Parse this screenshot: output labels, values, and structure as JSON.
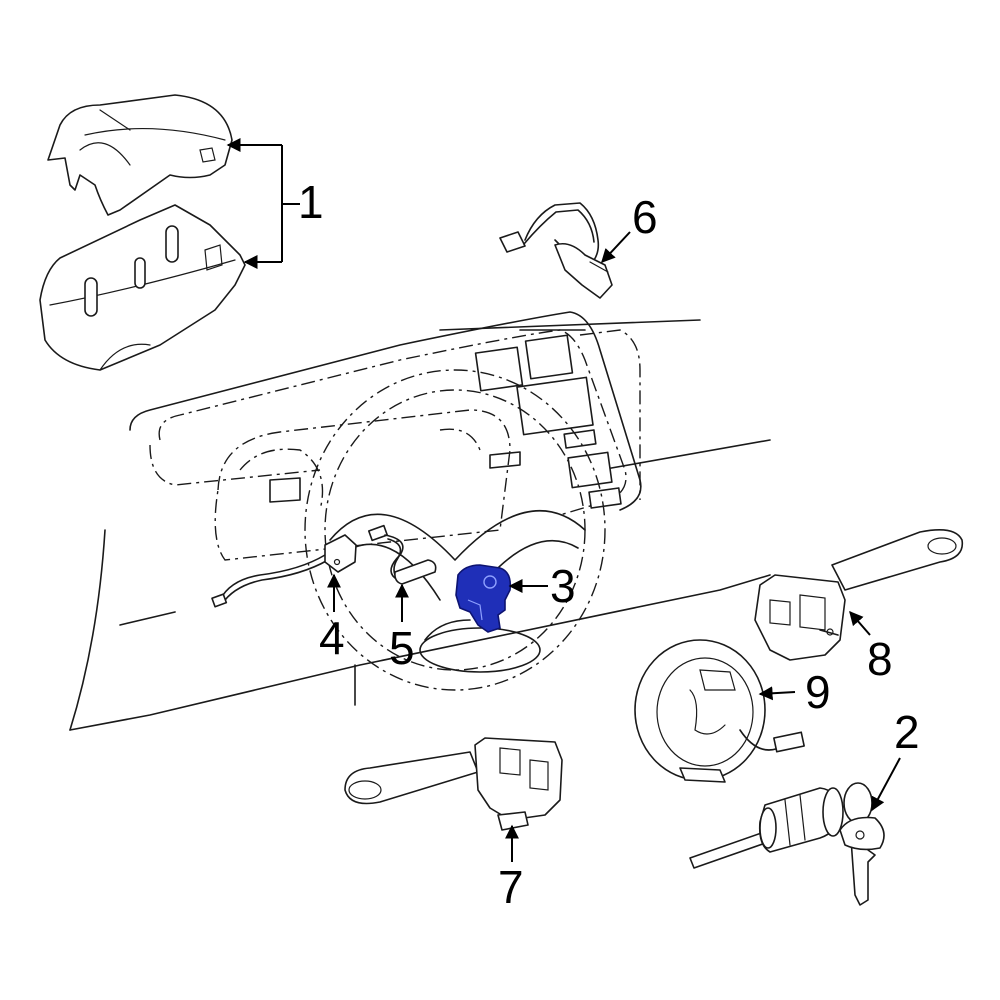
{
  "colors": {
    "line": "#1a1a1a",
    "highlight_fill": "#1f2fb8",
    "highlight_stroke": "#0d1370",
    "background": "#ffffff"
  },
  "callouts": [
    {
      "id": "1",
      "label": "1"
    },
    {
      "id": "2",
      "label": "2"
    },
    {
      "id": "3",
      "label": "3"
    },
    {
      "id": "4",
      "label": "4"
    },
    {
      "id": "5",
      "label": "5"
    },
    {
      "id": "6",
      "label": "6"
    },
    {
      "id": "7",
      "label": "7"
    },
    {
      "id": "8",
      "label": "8"
    },
    {
      "id": "9",
      "label": "9"
    }
  ],
  "highlighted_part": "3"
}
